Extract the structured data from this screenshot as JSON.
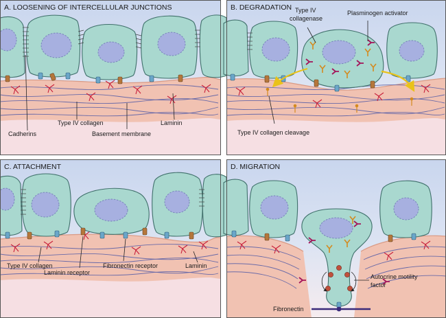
{
  "panels": [
    {
      "id": "A",
      "title": "A. LOOSENING OF INTERCELLULAR JUNCTIONS",
      "labels": [
        "Cadherins",
        "Type IV collagen",
        "Basement membrane",
        "Laminin"
      ]
    },
    {
      "id": "B",
      "title": "B. DEGRADATION",
      "labels": [
        "Type IV collagenase",
        "Plasminogen activator",
        "Type IV collagen cleavage"
      ]
    },
    {
      "id": "C",
      "title": "C. ATTACHMENT",
      "labels": [
        "Type IV collagen",
        "Laminin receptor",
        "Fibronectin receptor",
        "Laminin"
      ]
    },
    {
      "id": "D",
      "title": "D. MIGRATION",
      "labels": [
        "Autocrine motility factor",
        "Fibronectin"
      ]
    }
  ],
  "colors": {
    "background_top": "#c9d6ee",
    "cell": "#a9d8cf",
    "nucleus": "#a7b0e0",
    "basement_membrane": "#f1c2b2",
    "laminin": "#c81e3a",
    "collagenase": "#d48a1e",
    "plasminogen_activator": "#a4145a",
    "cleavage_arrow": "#e9c21a"
  }
}
